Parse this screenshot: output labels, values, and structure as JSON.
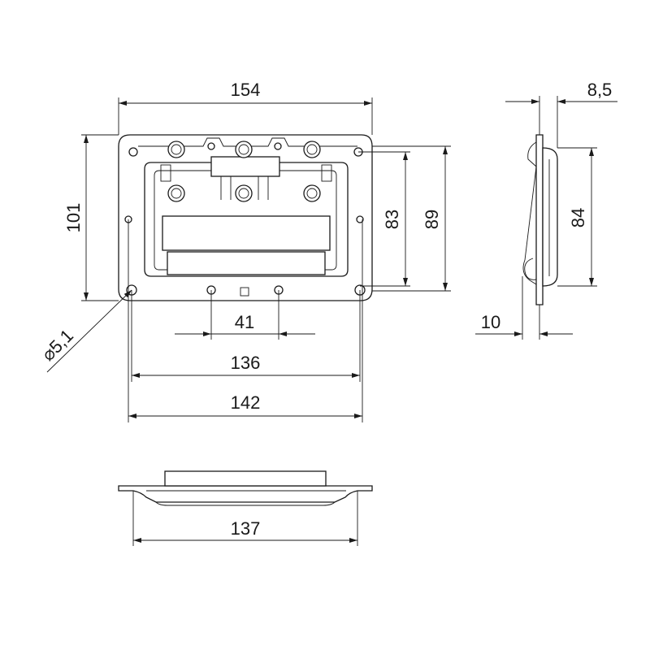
{
  "drawing": {
    "front_view": {
      "overall_width": "154",
      "overall_height": "101",
      "inner_height_a": "83",
      "inner_height_b": "89",
      "hole_pitch_small": "41",
      "hole_pitch_mid": "136",
      "hole_pitch_outer": "142",
      "hole_diameter": "⌀5,1"
    },
    "side_view": {
      "flange_depth": "8,5",
      "height": "84",
      "recess_depth": "10"
    },
    "bottom_view": {
      "width": "137"
    }
  },
  "colors": {
    "line": "#1a1a1a",
    "background": "#ffffff"
  }
}
